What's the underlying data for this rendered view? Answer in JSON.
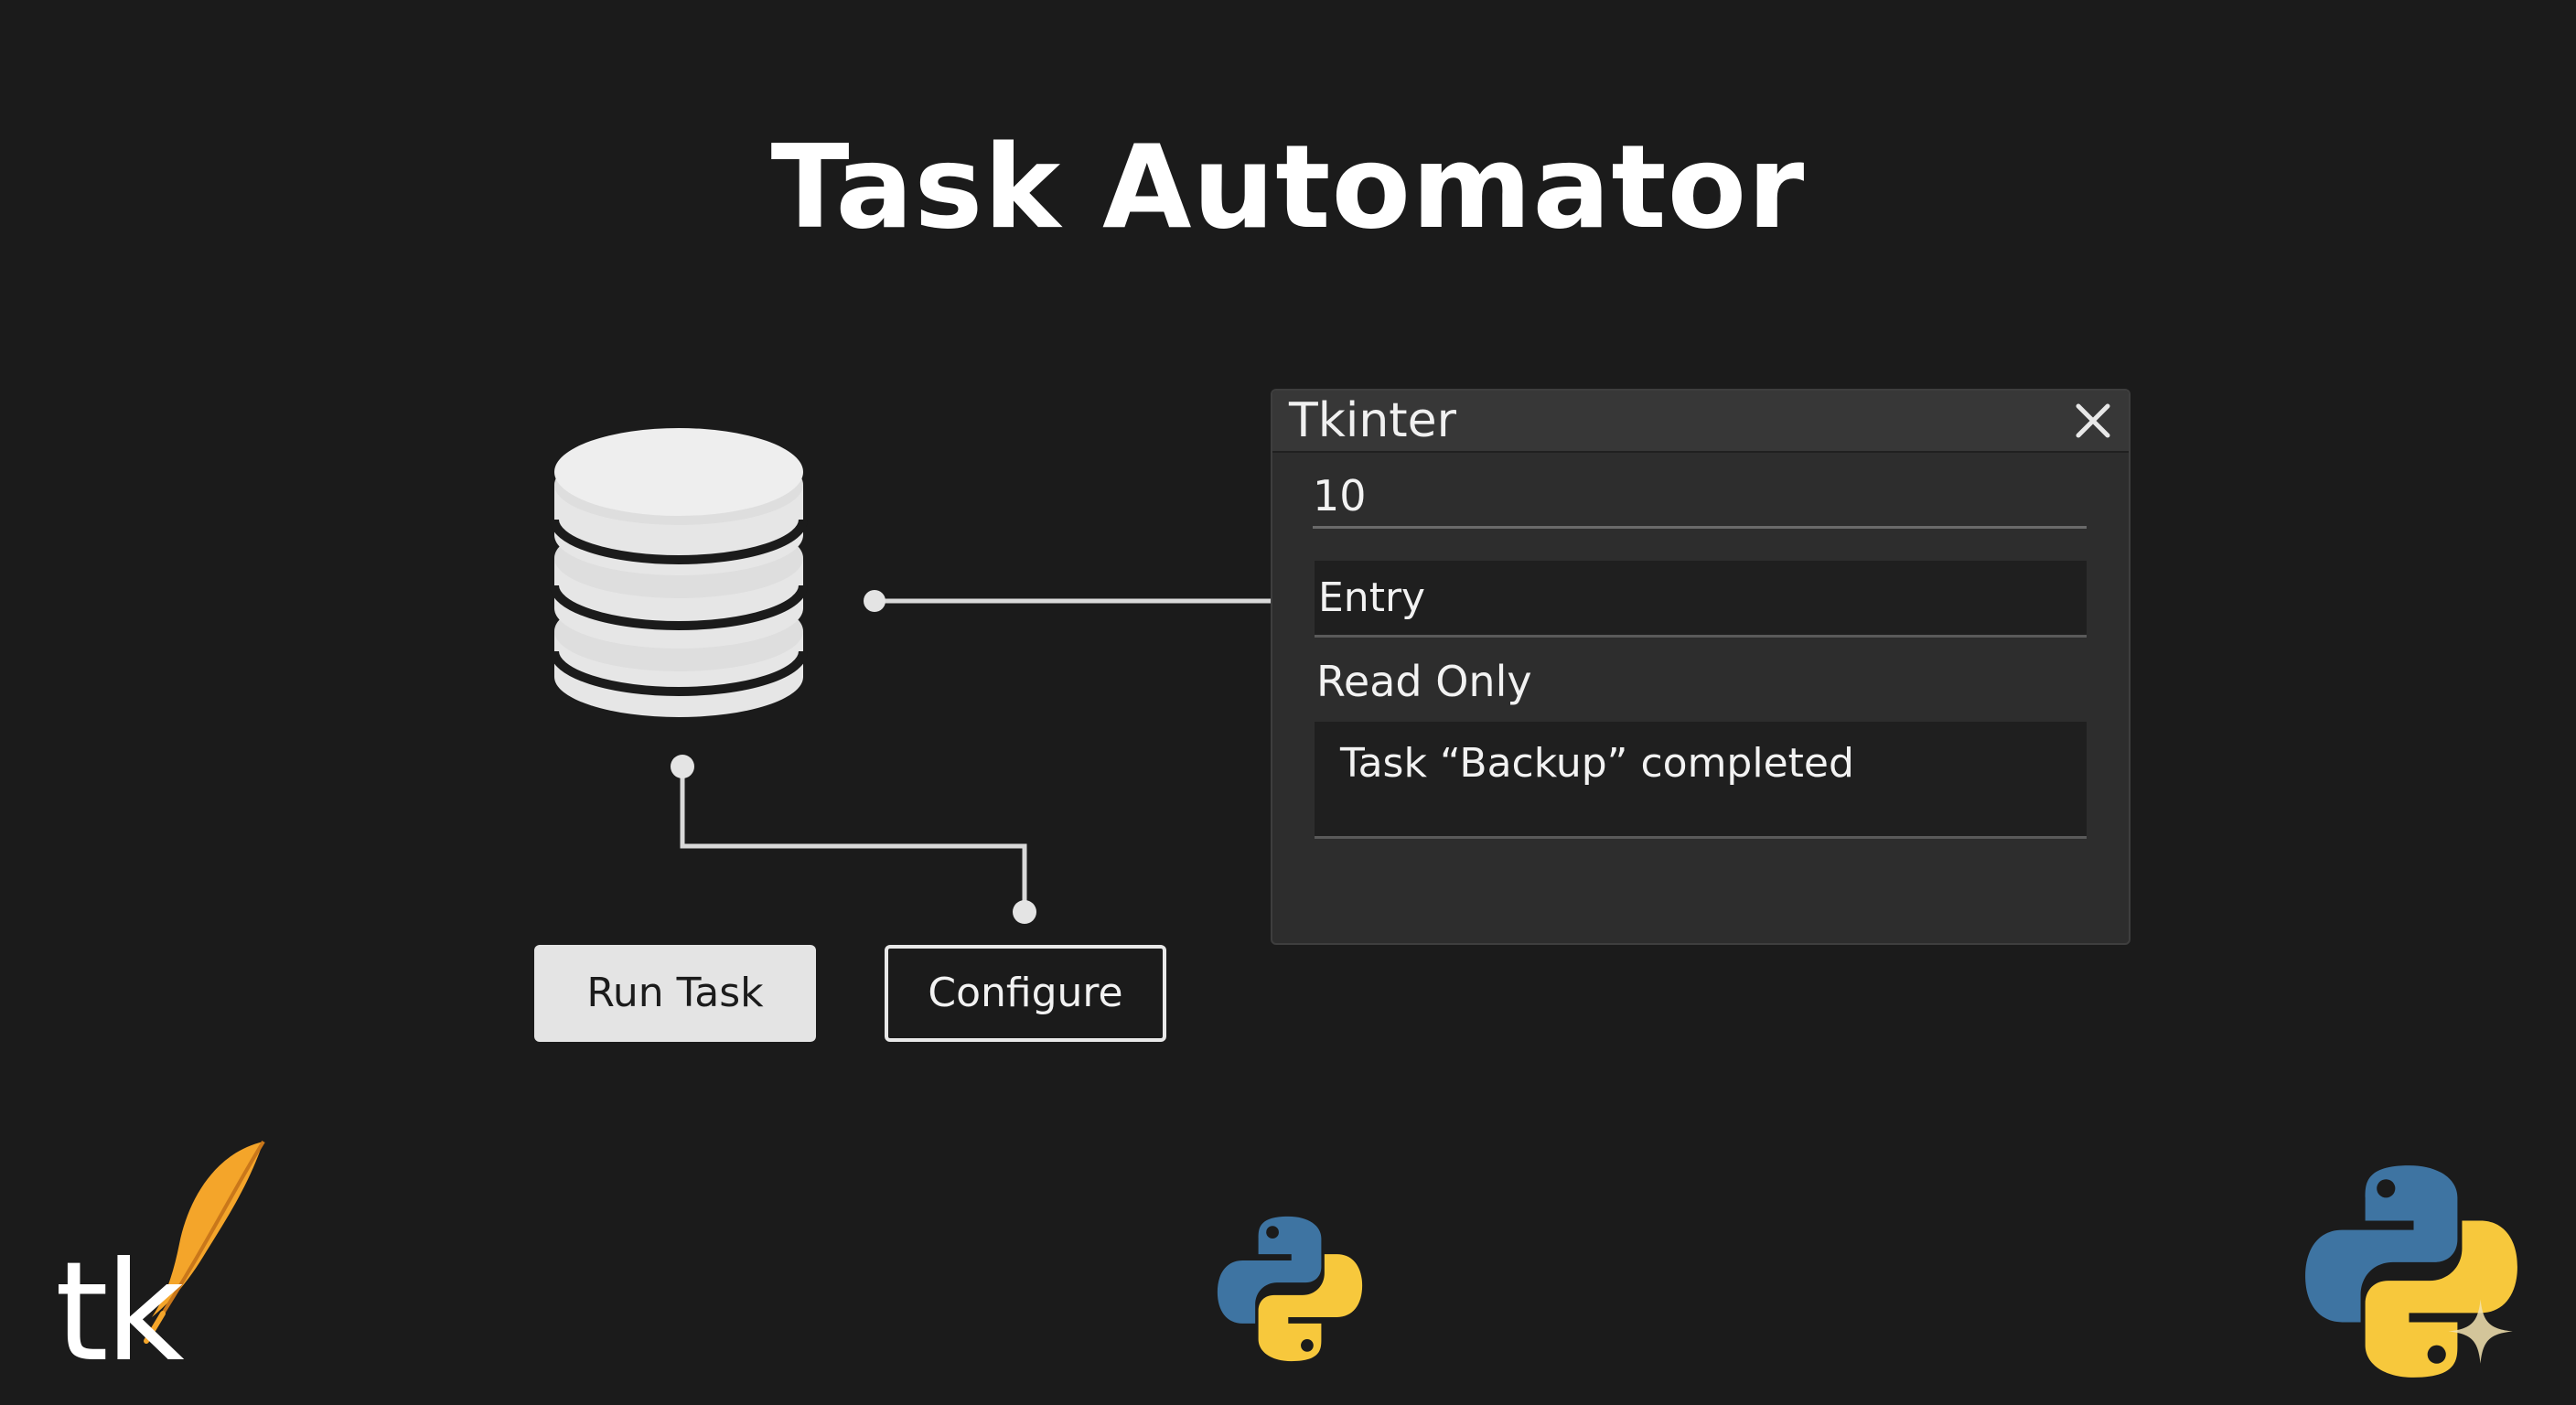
{
  "page": {
    "title": "Task Automator"
  },
  "buttons": {
    "run_label": "Run Task",
    "configure_label": "Configure"
  },
  "window": {
    "title": "Tkinter",
    "field_value": "10",
    "entry_value": "Entry",
    "readonly_label": "Read Only",
    "readonly_text": "Task “Backup” completed"
  },
  "logos": {
    "tk_text": "tk"
  },
  "icons": {
    "database": "database-icon",
    "close": "close-icon",
    "tk_logo": "tk-feather-logo",
    "python_logo": "python-logo"
  },
  "colors": {
    "background": "#1b1b1b",
    "window_bg": "#2d2d2d",
    "titlebar_bg": "#373737",
    "python_blue": "#3e74a2",
    "python_yellow": "#f7c83c",
    "feather_orange": "#f4a52a"
  }
}
